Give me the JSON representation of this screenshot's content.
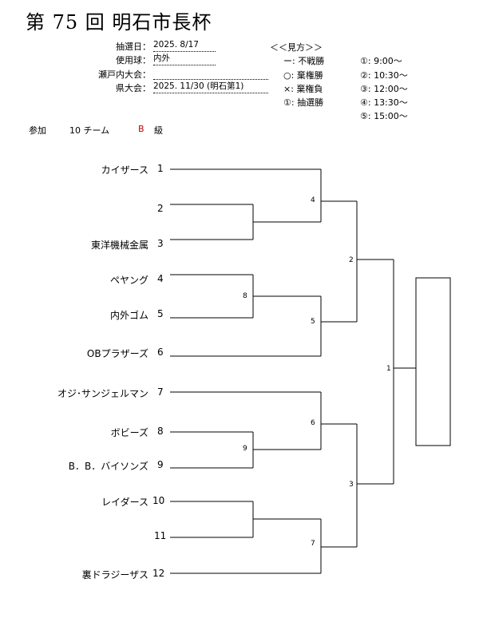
{
  "title": "第 75 回 明石市長杯",
  "info": [
    {
      "label": "抽選日",
      "colon": "：",
      "value": "2025. 8/17"
    },
    {
      "label": "使用球",
      "colon": "：",
      "value": "内外"
    },
    {
      "label": "瀬戸内大会",
      "colon": "：",
      "value": ""
    },
    {
      "label": "県大会",
      "colon": "：",
      "value": "2025. 11/30 (明石第1)"
    }
  ],
  "legend": {
    "heading": "＜＜見方＞＞",
    "marks": [
      "ー: 不戦勝",
      "○: 棄権勝",
      "×: 棄権負",
      "①: 抽選勝"
    ],
    "times": [
      "①:  9:00～",
      "②: 10:30～",
      "③: 12:00～",
      "④: 13:30～",
      "⑤: 15:00～"
    ]
  },
  "participation": {
    "label": "参加",
    "count": "10 チーム",
    "grade": "B",
    "grade_suffix": "級"
  },
  "teams": [
    {
      "name": "カイザース",
      "seed": "1"
    },
    {
      "name": "",
      "seed": "2"
    },
    {
      "name": "東洋機械金属",
      "seed": "3"
    },
    {
      "name": "ペヤング",
      "seed": "4"
    },
    {
      "name": "内外ゴム",
      "seed": "5"
    },
    {
      "name": "OBプラザーズ",
      "seed": "6"
    },
    {
      "name": "オジ･サンジェルマン",
      "seed": "7"
    },
    {
      "name": "ボビーズ",
      "seed": "8"
    },
    {
      "name": "B．B．バイソンズ",
      "seed": "9"
    },
    {
      "name": "レイダース",
      "seed": "10"
    },
    {
      "name": "",
      "seed": "11"
    },
    {
      "name": "裏ドラジーザス",
      "seed": "12"
    }
  ],
  "games": [
    "1",
    "2",
    "3",
    "4",
    "5",
    "6",
    "7",
    "8",
    "9"
  ],
  "colors": {
    "line": "#000000",
    "grade": "#c00000"
  }
}
